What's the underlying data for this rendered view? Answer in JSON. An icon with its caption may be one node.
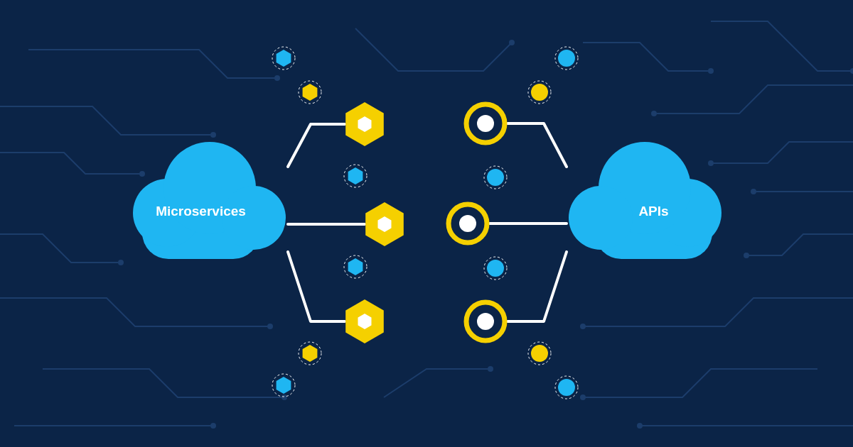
{
  "diagram": {
    "nodes": [
      {
        "text": [
          "Microservices"
        ]
      },
      {
        "text": [],
        "shape": "hexagon"
      },
      {
        "text": [],
        "shape": "hexagon"
      },
      {
        "text": [],
        "shape": "hexagon"
      },
      {
        "text": [],
        "shape": "circle"
      },
      {
        "text": [],
        "shape": "circle"
      },
      {
        "text": [],
        "shape": "circle"
      },
      {
        "text": [
          "APIs"
        ]
      }
    ],
    "edges": [
      {
        "from": 0,
        "to": 1,
        "arrow": "none"
      },
      {
        "from": 0,
        "to": 2,
        "arrow": "none"
      },
      {
        "from": 0,
        "to": 3,
        "arrow": "none"
      },
      {
        "from": 4,
        "to": 7,
        "arrow": "none"
      },
      {
        "from": 5,
        "to": 7,
        "arrow": "none"
      },
      {
        "from": 6,
        "to": 7,
        "arrow": "none"
      }
    ]
  }
}
